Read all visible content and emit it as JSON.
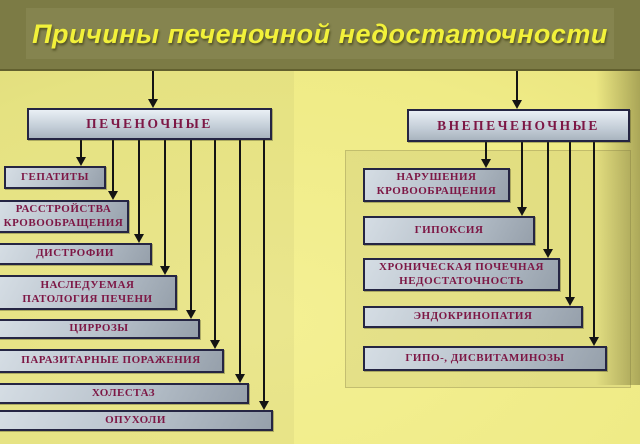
{
  "slide_title": "Причины печеночной недостаточности",
  "diagram": {
    "left_group": {
      "header": "ПЕЧЕНОЧНЫЕ",
      "items": [
        "ГЕПАТИТЫ",
        "РАССТРОЙСТВА КРОВООБРАЩЕНИЯ",
        "ДИСТРОФИИ",
        "НАСЛЕДУЕМАЯ ПАТОЛОГИЯ ПЕЧЕНИ",
        "ЦИРРОЗЫ",
        "ПАРАЗИТАРНЫЕ ПОРАЖЕНИЯ",
        "ХОЛЕСТАЗ",
        "ОПУХОЛИ"
      ]
    },
    "right_group": {
      "header": "ВНЕПЕЧЕНОЧНЫЕ",
      "items": [
        "НАРУШЕНИЯ КРОВООБРАЩЕНИЯ",
        "ГИПОКСИЯ",
        "ХРОНИЧЕСКАЯ ПОЧЕЧНАЯ НЕДОСТАТОЧНОСТЬ",
        "ЭНДОКРИНОПАТИЯ",
        "ГИПО-, ДИСВИТАМИНОЗЫ"
      ]
    }
  },
  "colors": {
    "background": "#efeb86",
    "banner": "#7c7b45",
    "title_text": "#f2f13a",
    "box_fill": "#b6c0ca",
    "box_border": "#252543",
    "box_text": "#7d1745",
    "arrow": "#141414"
  }
}
